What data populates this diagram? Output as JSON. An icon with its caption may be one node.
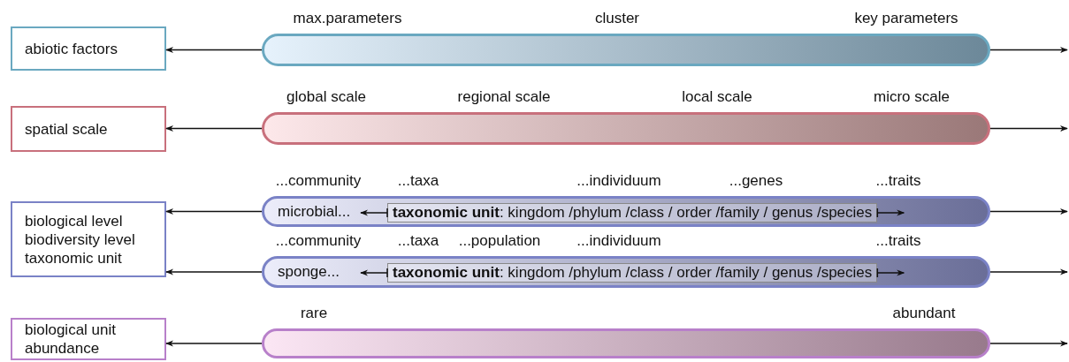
{
  "diagram": {
    "nodes": [
      {
        "text": [
          "abiotic factors"
        ]
      },
      {
        "text": [],
        "shape": "bar",
        "beside": [
          "max.parameters",
          "cluster",
          "key parameters"
        ]
      },
      {
        "text": [
          "spatial scale"
        ]
      },
      {
        "text": [],
        "shape": "bar",
        "beside": [
          "global scale",
          "regional scale",
          "local scale",
          "micro scale"
        ]
      },
      {
        "text": [
          "biological level biodiversity level taxonomic unit"
        ]
      },
      {
        "text": [
          "microbial..."
        ],
        "beside": [
          "...community",
          "...taxa",
          "...individuum",
          "...genes",
          "...traits"
        ]
      },
      {
        "text": [
          "**taxonomic unit**: kingdom /phylum /class / order /family / genus /species"
        ],
        "in": 5
      },
      {
        "text": [
          "sponge..."
        ],
        "beside": [
          "...community",
          "...taxa",
          "...population",
          "...individuum",
          "...traits"
        ]
      },
      {
        "text": [
          "**taxonomic unit**: kingdom /phylum /class / order /family / genus /species"
        ],
        "in": 7
      },
      {
        "text": [
          "biological unit abundance"
        ]
      },
      {
        "text": [],
        "shape": "bar",
        "beside": [
          "rare",
          "abundant"
        ]
      }
    ],
    "edges": [
      {
        "from": 1,
        "to": 0,
        "arrow": "to"
      },
      {
        "from": 1,
        "to": null,
        "arrow": "to"
      },
      {
        "from": 3,
        "to": 2,
        "arrow": "to"
      },
      {
        "from": 3,
        "to": null,
        "arrow": "to"
      },
      {
        "from": 5,
        "to": 4,
        "arrow": "to"
      },
      {
        "from": 5,
        "to": null,
        "arrow": "to"
      },
      {
        "from": 7,
        "to": 4,
        "arrow": "to"
      },
      {
        "from": 7,
        "to": null,
        "arrow": "to"
      },
      {
        "from": 10,
        "to": 9,
        "arrow": "to"
      },
      {
        "from": 10,
        "to": null,
        "arrow": "to"
      },
      {
        "from": 6,
        "to": null,
        "arrow": "to"
      },
      {
        "from": 6,
        "to": null,
        "arrow": "to"
      },
      {
        "from": 8,
        "to": null,
        "arrow": "to"
      },
      {
        "from": 8,
        "to": null,
        "arrow": "to"
      }
    ]
  }
}
